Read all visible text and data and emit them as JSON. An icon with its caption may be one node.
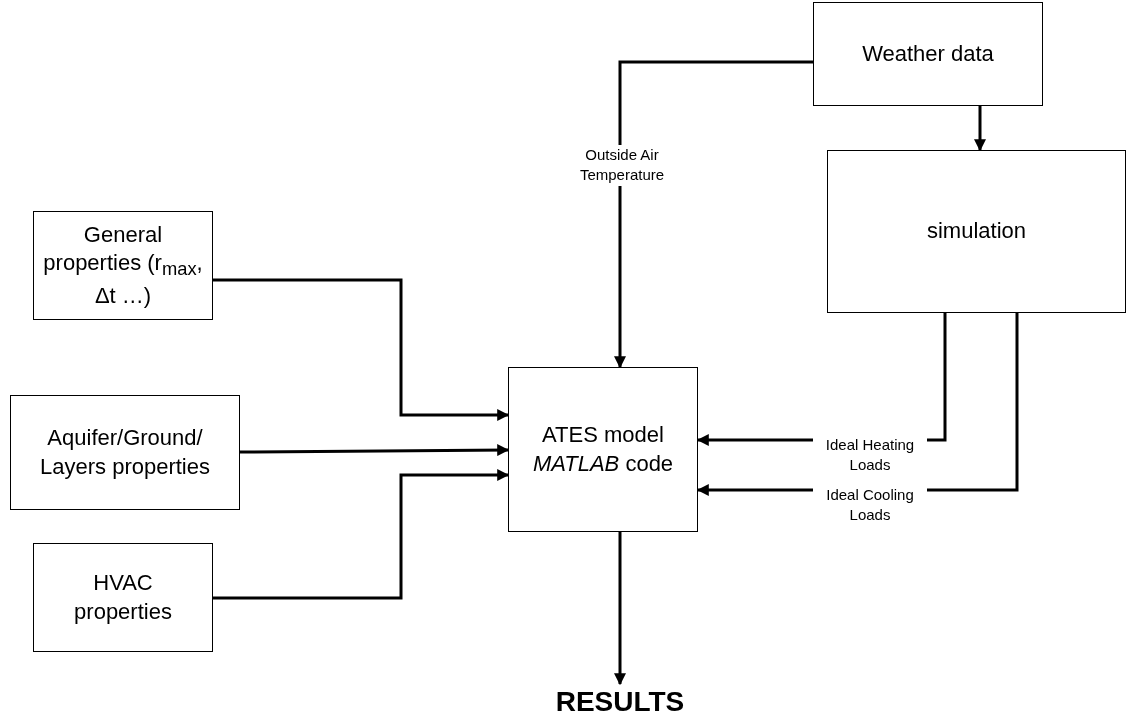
{
  "diagram": {
    "nodes": [
      {
        "text": [
          "Weather data"
        ]
      },
      {
        "text": [
          "simulation"
        ]
      },
      {
        "text": [
          "General properties (r$_{max}$, Δt …)"
        ]
      },
      {
        "text": [
          "Aquifer/Ground/ Layers properties"
        ]
      },
      {
        "text": [
          "HVAC properties"
        ]
      },
      {
        "text": [
          "ATES model *MATLAB* code"
        ]
      },
      {
        "text": [
          "RESULTS"
        ]
      }
    ],
    "edges": [
      {
        "from": 0,
        "to": 5,
        "arrow": "to",
        "label": "Outside Air Temperature"
      },
      {
        "from": 0,
        "to": 1,
        "arrow": "to"
      },
      {
        "from": 2,
        "to": 5,
        "arrow": "to"
      },
      {
        "from": 3,
        "to": 5,
        "arrow": "to"
      },
      {
        "from": 4,
        "to": 5,
        "arrow": "to"
      },
      {
        "from": 1,
        "to": 5,
        "arrow": "to",
        "label": "Ideal Heating Loads"
      },
      {
        "from": 1,
        "to": 5,
        "arrow": "to",
        "label": "Ideal Cooling Loads"
      },
      {
        "from": 5,
        "to": 6,
        "arrow": "to"
      }
    ]
  }
}
